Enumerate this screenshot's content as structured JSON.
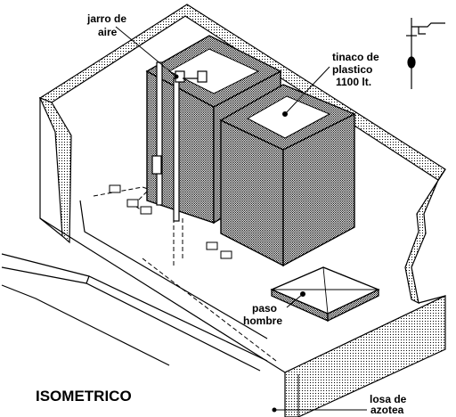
{
  "labels": {
    "jarro_de_aire": [
      "jarro de",
      "aire"
    ],
    "tinaco": [
      "tinaco de",
      "plastico",
      "1100 lt."
    ],
    "paso_hombre": [
      "paso",
      "hombre"
    ],
    "losa_de_azotea": [
      "losa de",
      "azotea"
    ],
    "title": "ISOMETRICO"
  },
  "colors": {
    "line": "#000000",
    "paper": "#ffffff",
    "stipple": "#000000"
  }
}
